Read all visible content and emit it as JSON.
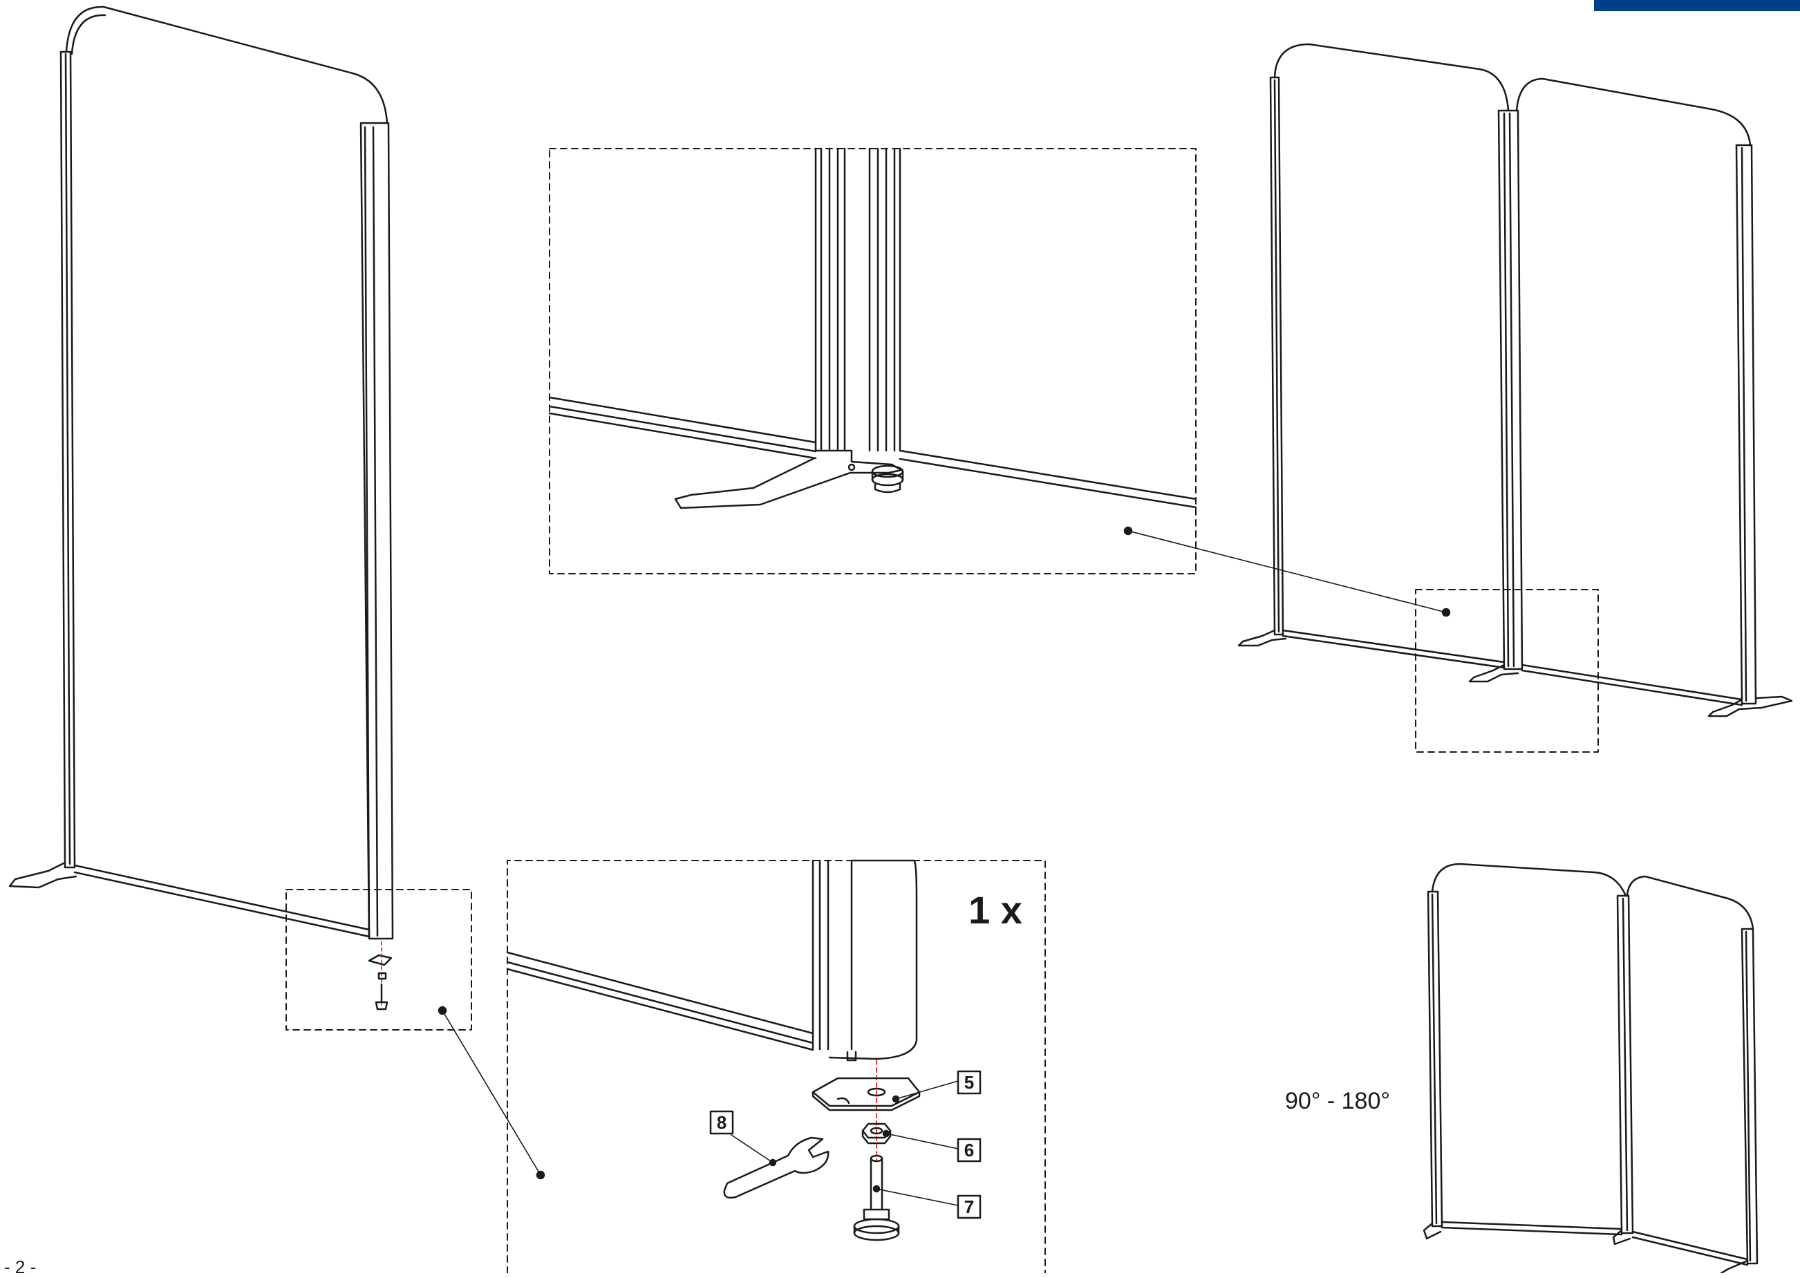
{
  "page": {
    "number_label": "- 2 -"
  },
  "brand": {
    "color": "#003f8a"
  },
  "detail": {
    "quantity_label": "1 x"
  },
  "connection": {
    "angle_label": "90° - 180°"
  },
  "parts": [
    {
      "number": "5",
      "name": "base-plate"
    },
    {
      "number": "6",
      "name": "nut"
    },
    {
      "number": "7",
      "name": "bolt"
    },
    {
      "number": "8",
      "name": "wrench"
    }
  ],
  "colors": {
    "line": "#1a1a1a",
    "axis": "#e8241c"
  }
}
